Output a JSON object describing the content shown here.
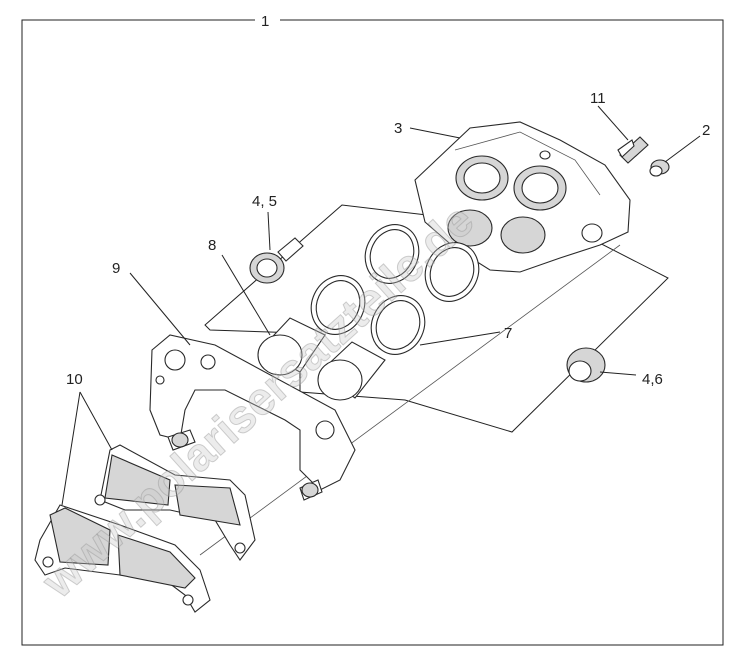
{
  "callouts": {
    "c1": "1",
    "c2": "2",
    "c3": "3",
    "c45": "4, 5",
    "c46": "4,6",
    "c7": "7",
    "c8": "8",
    "c9": "9",
    "c10": "10",
    "c11": "11"
  },
  "watermark": "www.polarisersatzteile.de"
}
